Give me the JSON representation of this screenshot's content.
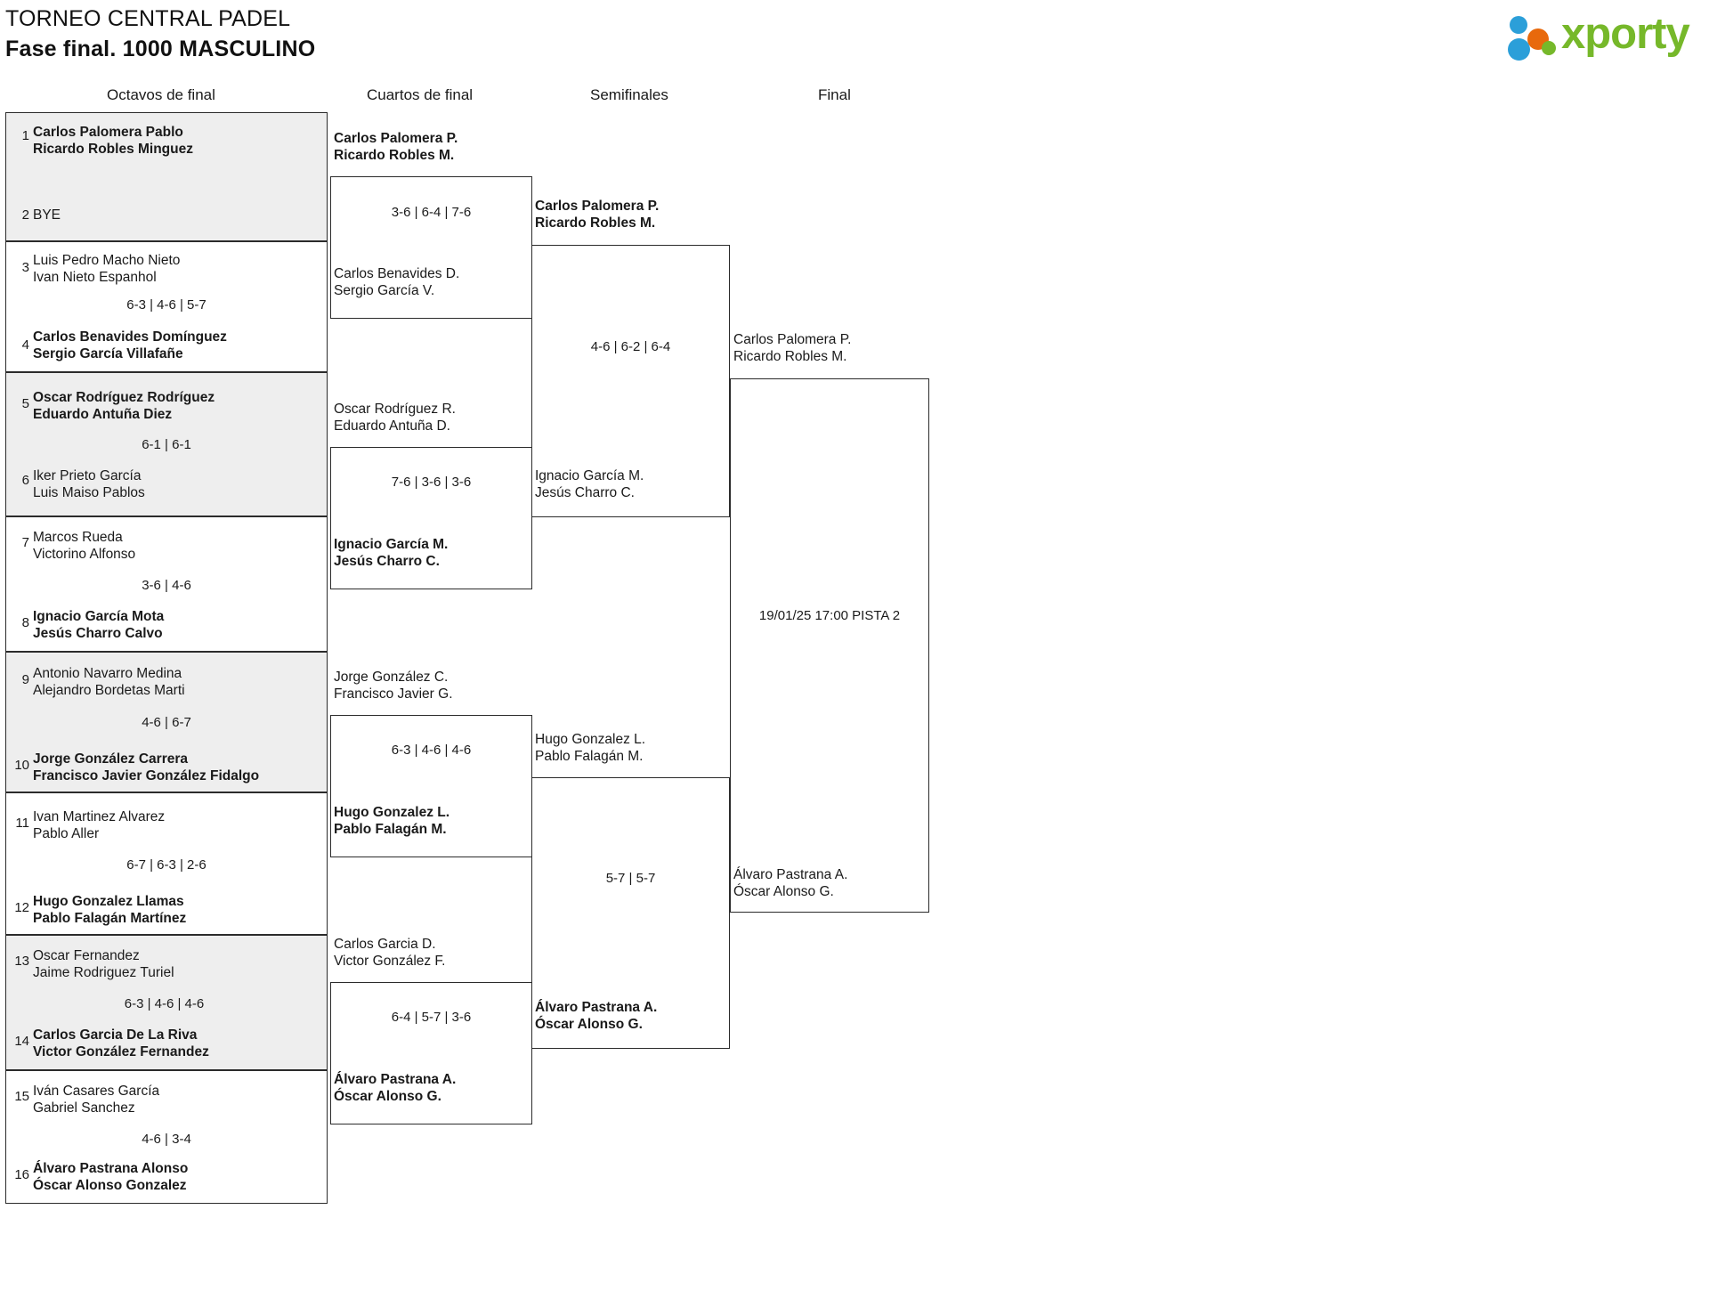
{
  "header": {
    "tournament": "TORNEO CENTRAL PADEL",
    "phase": "Fase final. 1000 MASCULINO",
    "logo_text": "xporty",
    "logo_colors": {
      "green": "#76b82a",
      "blue": "#2b9fd9",
      "orange": "#e8690c"
    }
  },
  "rounds": [
    {
      "label": "Octavos de final"
    },
    {
      "label": "Cuartos de final"
    },
    {
      "label": "Semifinales"
    },
    {
      "label": "Final"
    }
  ],
  "round16": [
    {
      "seed_top": "1",
      "top_line1": "Carlos Palomera Pablo",
      "top_line2": "Ricardo Robles Minguez",
      "top_winner": true,
      "seed_bottom": "2",
      "bottom_line1": "BYE",
      "bottom_line2": "",
      "bottom_winner": false,
      "score": "",
      "shaded": true
    },
    {
      "seed_top": "3",
      "top_line1": "Luis Pedro Macho Nieto",
      "top_line2": "Ivan Nieto Espanhol",
      "top_winner": false,
      "seed_bottom": "4",
      "bottom_line1": "Carlos Benavides Domínguez",
      "bottom_line2": "Sergio García Villafañe",
      "bottom_winner": true,
      "score": "6-3 | 4-6 | 5-7",
      "shaded": false
    },
    {
      "seed_top": "5",
      "top_line1": "Oscar Rodríguez Rodríguez",
      "top_line2": "Eduardo Antuña Diez",
      "top_winner": true,
      "seed_bottom": "6",
      "bottom_line1": "Iker Prieto García",
      "bottom_line2": "Luis Maiso Pablos",
      "bottom_winner": false,
      "score": "6-1 | 6-1",
      "shaded": true
    },
    {
      "seed_top": "7",
      "top_line1": "Marcos Rueda",
      "top_line2": "Victorino Alfonso",
      "top_winner": false,
      "seed_bottom": "8",
      "bottom_line1": "Ignacio García Mota",
      "bottom_line2": "Jesús Charro Calvo",
      "bottom_winner": true,
      "score": "3-6 | 4-6",
      "shaded": false
    },
    {
      "seed_top": "9",
      "top_line1": "Antonio Navarro Medina",
      "top_line2": "Alejandro Bordetas Marti",
      "top_winner": false,
      "seed_bottom": "10",
      "bottom_line1": "Jorge González Carrera",
      "bottom_line2": "Francisco Javier González Fidalgo",
      "bottom_winner": true,
      "score": "4-6 | 6-7",
      "shaded": true
    },
    {
      "seed_top": "11",
      "top_line1": "Ivan Martinez Alvarez",
      "top_line2": "Pablo Aller",
      "top_winner": false,
      "seed_bottom": "12",
      "bottom_line1": "Hugo Gonzalez Llamas",
      "bottom_line2": "Pablo Falagán Martínez",
      "bottom_winner": true,
      "score": "6-7 | 6-3 | 2-6",
      "shaded": false
    },
    {
      "seed_top": "13",
      "top_line1": "Oscar Fernandez",
      "top_line2": "Jaime Rodriguez Turiel",
      "top_winner": false,
      "seed_bottom": "14",
      "bottom_line1": "Carlos Garcia De La Riva",
      "bottom_line2": "Victor González Fernandez",
      "bottom_winner": true,
      "score": "6-3 | 4-6 | 4-6",
      "shaded": true
    },
    {
      "seed_top": "15",
      "top_line1": "Iván Casares García",
      "top_line2": "Gabriel Sanchez",
      "top_winner": false,
      "seed_bottom": "16",
      "bottom_line1": "Álvaro Pastrana Alonso",
      "bottom_line2": "Óscar Alonso Gonzalez",
      "bottom_winner": true,
      "score": "4-6 | 3-4",
      "shaded": false
    }
  ],
  "quarters": [
    {
      "top_line1": "Carlos Palomera P.",
      "top_line2": "Ricardo Robles M.",
      "top_winner": true,
      "bottom_line1": "Carlos Benavides D.",
      "bottom_line2": "Sergio García V.",
      "bottom_winner": false,
      "score": "3-6 | 6-4 | 7-6"
    },
    {
      "top_line1": "Oscar Rodríguez R.",
      "top_line2": "Eduardo Antuña D.",
      "top_winner": false,
      "bottom_line1": "Ignacio García M.",
      "bottom_line2": "Jesús Charro C.",
      "bottom_winner": true,
      "score": "7-6 | 3-6 | 3-6"
    },
    {
      "top_line1": "Jorge González C.",
      "top_line2": "Francisco Javier G.",
      "top_winner": false,
      "bottom_line1": "Hugo Gonzalez L.",
      "bottom_line2": "Pablo Falagán M.",
      "bottom_winner": true,
      "score": "6-3 | 4-6 | 4-6"
    },
    {
      "top_line1": "Carlos Garcia D.",
      "top_line2": "Victor González F.",
      "top_winner": false,
      "bottom_line1": "Álvaro Pastrana A.",
      "bottom_line2": "Óscar Alonso G.",
      "bottom_winner": true,
      "score": "6-4 | 5-7 | 3-6"
    }
  ],
  "semis": [
    {
      "top_line1": "Carlos Palomera P.",
      "top_line2": "Ricardo Robles M.",
      "top_winner": true,
      "bottom_line1": "Ignacio García M.",
      "bottom_line2": "Jesús Charro C.",
      "bottom_winner": false,
      "score": "4-6 | 6-2 | 6-4"
    },
    {
      "top_line1": "Hugo Gonzalez L.",
      "top_line2": "Pablo Falagán M.",
      "top_winner": false,
      "bottom_line1": "Álvaro Pastrana A.",
      "bottom_line2": "Óscar Alonso G.",
      "bottom_winner": true,
      "score": "5-7 | 5-7"
    }
  ],
  "final": {
    "top_line1": "Carlos Palomera P.",
    "top_line2": "Ricardo Robles M.",
    "top_winner": false,
    "bottom_line1": "Álvaro Pastrana A.",
    "bottom_line2": "Óscar Alonso G.",
    "bottom_winner": false,
    "schedule": "19/01/25 17:00 PISTA 2"
  }
}
